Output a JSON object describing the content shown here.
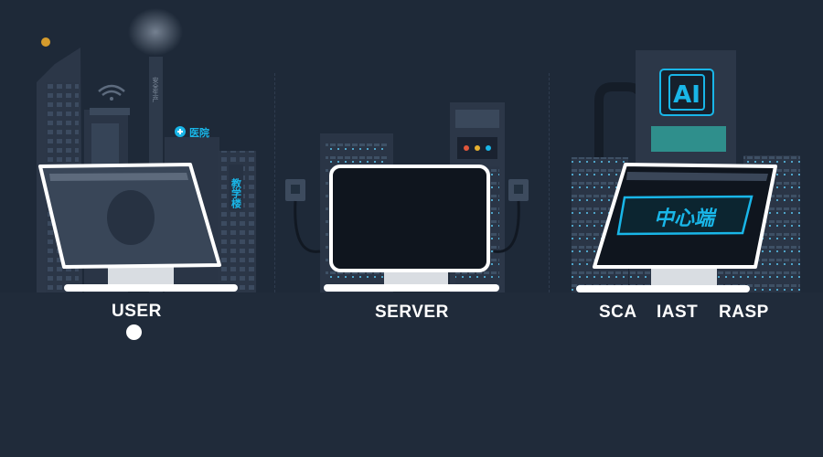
{
  "scene": {
    "user_label": "USER",
    "server_label": "SERVER",
    "modules": [
      "SCA",
      "IAST",
      "RASP"
    ],
    "city_signs": {
      "hospital": "医院",
      "teaching_building": "教学楼",
      "factory": "安全生产",
      "ai_chip": "AI",
      "center_screen": "中心端"
    },
    "colors": {
      "background": "#1e2938",
      "accent_cyan": "#19b6e8",
      "screen_frame": "#ffffff"
    }
  }
}
